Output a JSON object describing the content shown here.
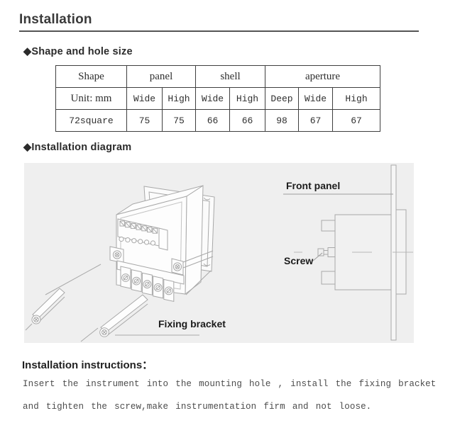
{
  "page": {
    "title": "Installation"
  },
  "sections": {
    "shape_heading": "◆Shape and hole size",
    "diagram_heading": "◆Installation diagram"
  },
  "table": {
    "header_row": {
      "shape": "Shape",
      "panel": "panel",
      "shell": "shell",
      "aperture": "aperture"
    },
    "subheader_row": {
      "unit": "Unit: mm",
      "cols": [
        "Wide",
        "High",
        "Wide",
        "High",
        "Deep",
        "Wide",
        "High"
      ]
    },
    "data_row": {
      "model": "72square",
      "values": [
        "75",
        "75",
        "66",
        "66",
        "98",
        "67",
        "67"
      ]
    }
  },
  "diagram_labels": {
    "front_panel": "Front panel",
    "screw": "Screw",
    "fixing_bracket": "Fixing bracket"
  },
  "instructions": {
    "heading": "Installation instructions：",
    "line1": "Insert the instrument into the mounting hole , install the fixing bracket",
    "line2": "and tighten the screw,make instrumentation firm and not loose."
  },
  "colors": {
    "diagram_background": "#efefef",
    "sketch_line": "#a8a8a8",
    "text": "#2f2f2f",
    "rule": "#555555"
  }
}
